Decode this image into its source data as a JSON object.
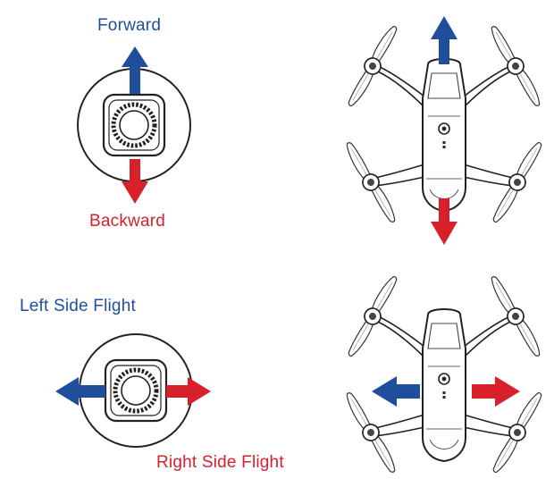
{
  "labels": {
    "forward": "Forward",
    "backward": "Backward",
    "left": "Left Side Flight",
    "right": "Right Side Flight"
  },
  "colors": {
    "blue_arrow": "#1f4f9c",
    "red_arrow": "#d8202a",
    "outline": "#222222",
    "label_blue": "#1f4f9c",
    "label_red": "#d8202a"
  },
  "icons": [
    "joystick-icon",
    "drone-icon",
    "arrow-up-icon",
    "arrow-down-icon",
    "arrow-left-icon",
    "arrow-right-icon"
  ]
}
